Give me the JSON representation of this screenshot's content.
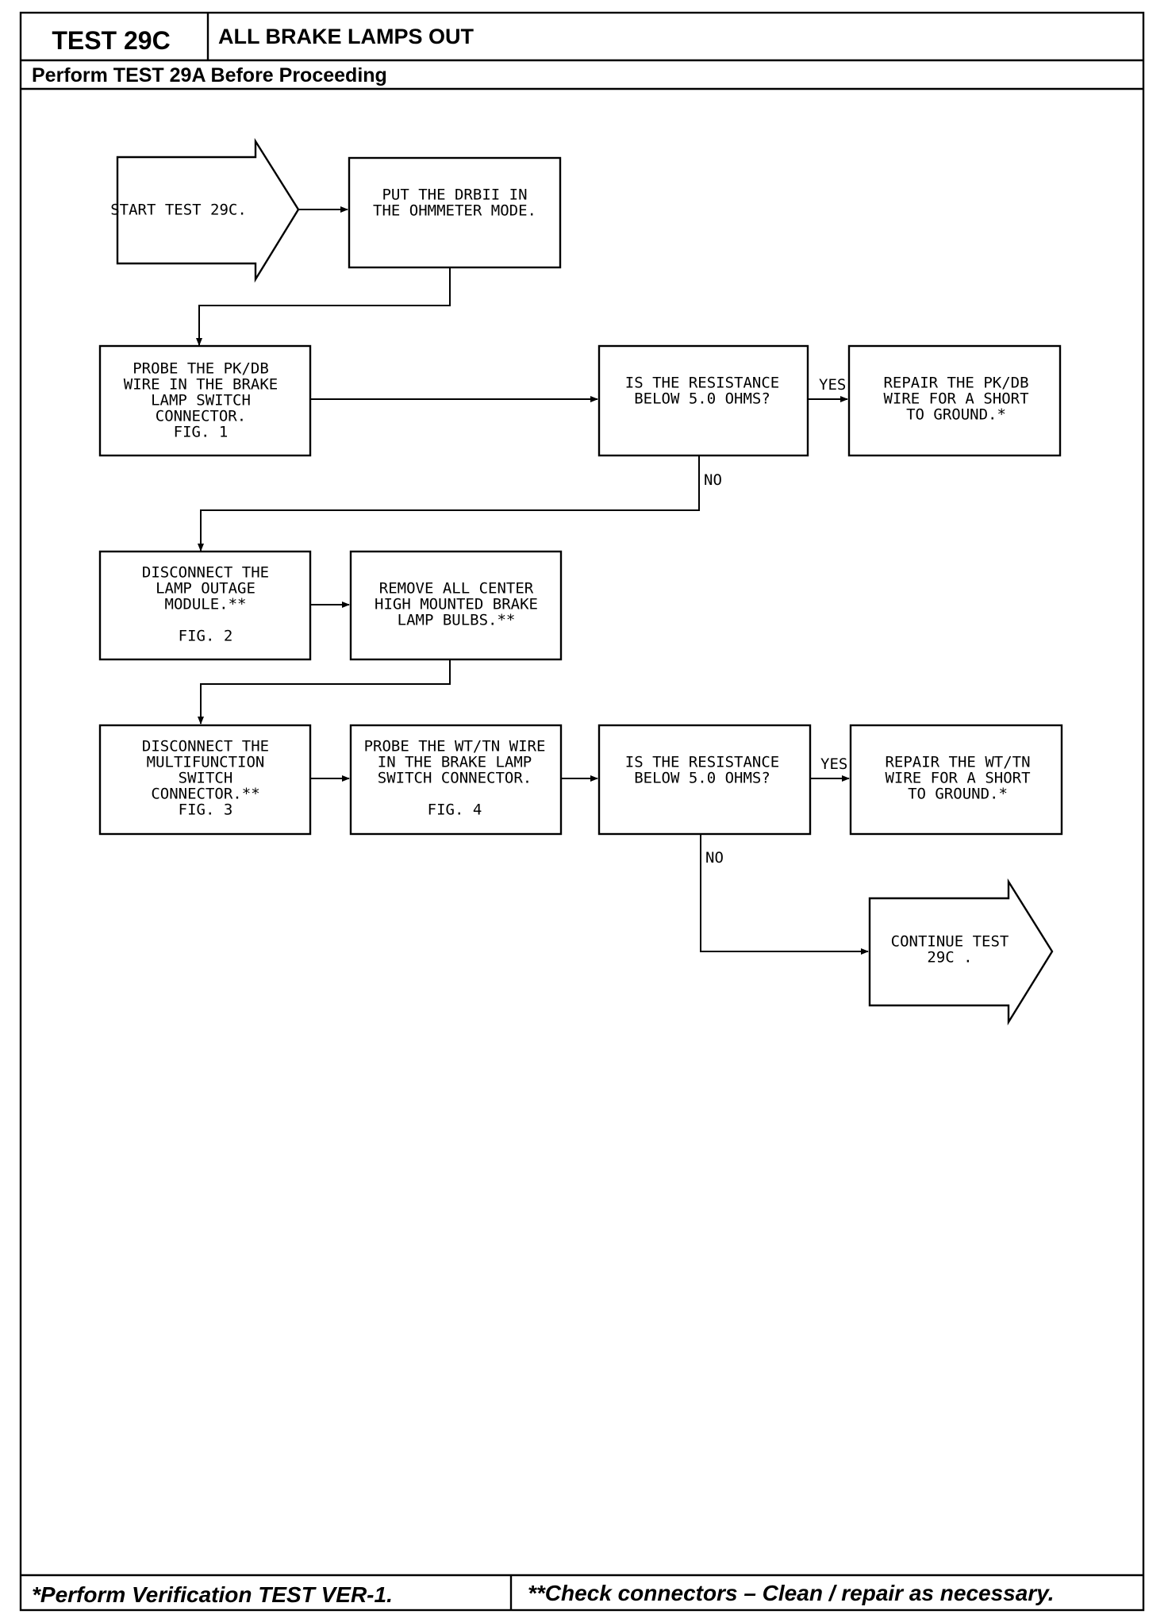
{
  "header": {
    "test_id": "TEST 29C",
    "title": "ALL BRAKE LAMPS OUT",
    "prerequisite": "Perform TEST 29A Before Proceeding"
  },
  "footer": {
    "left_note": "*Perform Verification TEST VER-1.",
    "right_note": "**Check connectors – Clean / repair as necessary."
  },
  "nodes": {
    "start": [
      "START TEST 29C."
    ],
    "drb_mode": [
      "PUT THE DRBII IN",
      "THE OHMMETER MODE."
    ],
    "probe_pkdb": [
      "PROBE THE PK/DB",
      "WIRE IN THE BRAKE",
      "LAMP SWITCH",
      "CONNECTOR.",
      "FIG. 1"
    ],
    "check_res_1": [
      "IS THE RESISTANCE",
      "BELOW 5.0 OHMS?"
    ],
    "repair_pkdb": [
      "REPAIR THE PK/DB",
      "WIRE FOR A SHORT",
      "TO GROUND.*"
    ],
    "disc_lamp_outage": [
      "DISCONNECT THE",
      "LAMP OUTAGE",
      "MODULE.**",
      "",
      "FIG. 2"
    ],
    "remove_chmsl": [
      "REMOVE ALL CENTER",
      "HIGH MOUNTED BRAKE",
      "LAMP BULBS.**"
    ],
    "disc_multifunction": [
      "DISCONNECT THE",
      "MULTIFUNCTION",
      "SWITCH",
      "CONNECTOR.**",
      "FIG. 3"
    ],
    "probe_wttn": [
      "PROBE THE WT/TN WIRE",
      "IN THE BRAKE LAMP",
      "SWITCH CONNECTOR.",
      "",
      "FIG. 4"
    ],
    "check_res_2": [
      "IS THE RESISTANCE",
      "BELOW 5.0 OHMS?"
    ],
    "repair_wttn": [
      "REPAIR THE WT/TN",
      "WIRE FOR A SHORT",
      "TO GROUND.*"
    ],
    "continue": [
      "CONTINUE TEST",
      "29C ."
    ]
  },
  "edge_labels": {
    "yes_1": "YES",
    "no_1": "NO",
    "yes_2": "YES",
    "no_2": "NO"
  }
}
